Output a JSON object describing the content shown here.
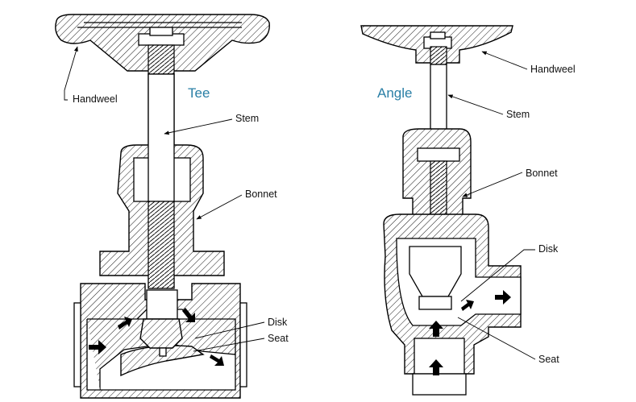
{
  "tee": {
    "title": "Tee",
    "labels": {
      "handwheel": "Handweel",
      "stem": "Stem",
      "bonnet": "Bonnet",
      "disk": "Disk",
      "seat": "Seat"
    }
  },
  "angle": {
    "title": "Angle",
    "labels": {
      "handwheel": "Handweel",
      "stem": "Stem",
      "bonnet": "Bonnet",
      "disk": "Disk",
      "seat": "Seat"
    }
  },
  "colors": {
    "title": "#2a7fa6",
    "line": "#000000",
    "fill": "#ffffff"
  },
  "icons": {
    "flow_arrow": "flow-arrow-icon"
  }
}
